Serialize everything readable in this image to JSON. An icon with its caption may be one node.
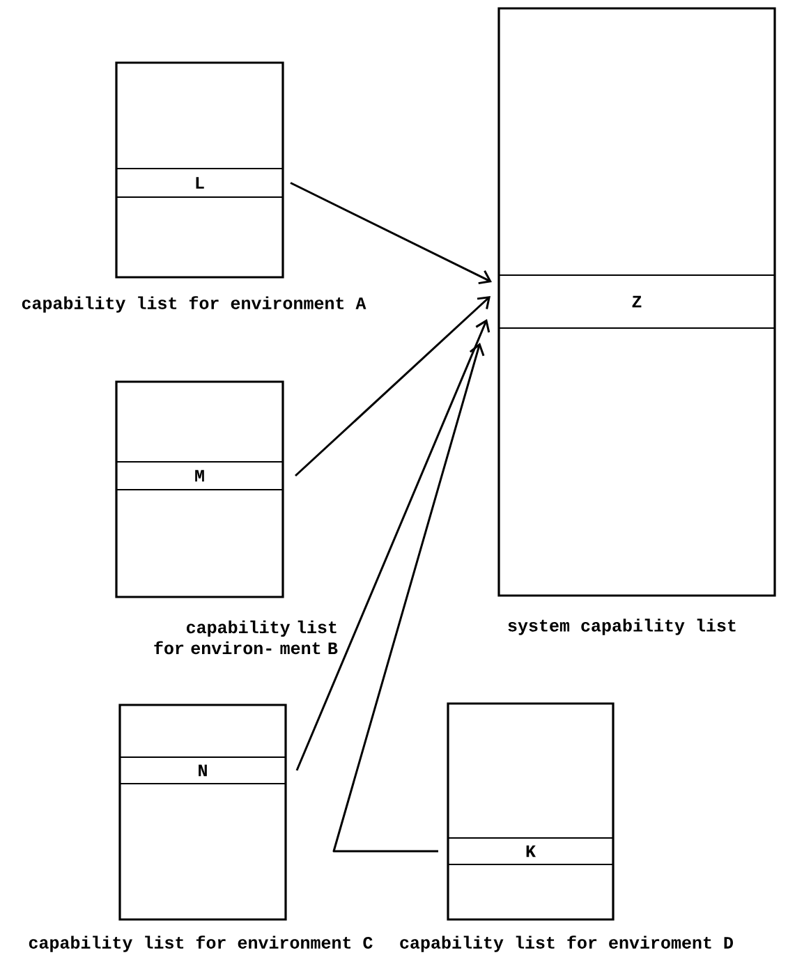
{
  "diagram": {
    "nodes": [
      {
        "text": [
          "capability list for environment A"
        ]
      },
      {
        "text": [
          "L"
        ],
        "in": 0
      },
      {
        "text": [
          "capability list for environ- ment B"
        ]
      },
      {
        "text": [
          "M"
        ],
        "in": 2
      },
      {
        "text": [
          "capability list for environment C"
        ]
      },
      {
        "text": [
          "N"
        ],
        "in": 4
      },
      {
        "text": [
          "system capability list"
        ]
      },
      {
        "text": [
          "Z"
        ],
        "in": 6
      },
      {
        "text": [
          "capability list for enviroment D"
        ]
      },
      {
        "text": [
          "K"
        ],
        "in": 8
      }
    ],
    "edges": [
      {
        "from": 1,
        "to": 7,
        "arrow": "to"
      },
      {
        "from": 3,
        "to": 7,
        "arrow": "to"
      },
      {
        "from": 5,
        "to": 7,
        "arrow": "to"
      },
      {
        "from": 9,
        "to": 7,
        "arrow": "to"
      }
    ]
  }
}
